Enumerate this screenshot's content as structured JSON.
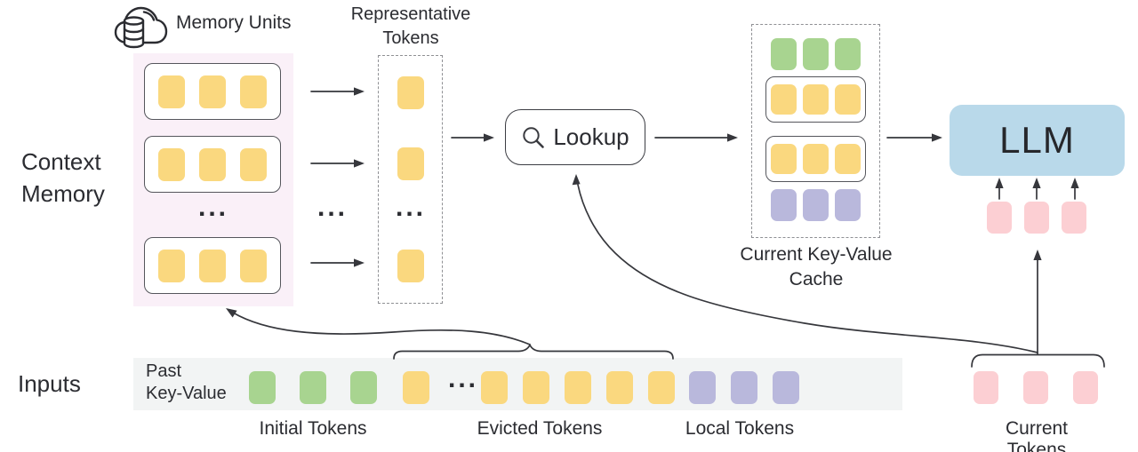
{
  "colors": {
    "yellow": "#fad87f",
    "green": "#a8d490",
    "purple": "#b9b8dc",
    "pink": "#fccfd3",
    "blue": "#b9d9ea",
    "memory_bg": "#faf0f8",
    "strip_bg": "#f2f4f4",
    "line": "#36373c"
  },
  "ellipsis": "...",
  "cloud": {
    "label": "Memory Units"
  },
  "context_memory": {
    "label": "Context\nMemory",
    "rows": [
      {
        "count": 3,
        "color": "yellow"
      },
      {
        "count": 3,
        "color": "yellow"
      },
      {
        "count": 3,
        "color": "yellow"
      }
    ]
  },
  "representative": {
    "label": "Representative\nTokens",
    "slots": [
      {
        "count": 1,
        "color": "yellow"
      },
      {
        "count": 1,
        "color": "yellow"
      },
      {
        "count": 1,
        "color": "yellow"
      }
    ]
  },
  "lookup": {
    "label": "Lookup"
  },
  "cache": {
    "label": "Current Key-Value\nCache",
    "rows": [
      {
        "count": 3,
        "color": "green"
      },
      {
        "count": 3,
        "color": "yellow"
      },
      {
        "count": 3,
        "color": "yellow"
      },
      {
        "count": 3,
        "color": "purple"
      }
    ]
  },
  "llm": {
    "label": "LLM",
    "inputs": {
      "count": 3,
      "color": "pink"
    }
  },
  "inputs_row": {
    "label": "Inputs",
    "past_key_value": "Past\nKey-Value",
    "groups": {
      "initial": {
        "count": 3,
        "color": "green"
      },
      "evicted_first": {
        "count": 1,
        "color": "yellow"
      },
      "evicted_rest": {
        "count": 5,
        "color": "yellow"
      },
      "local": {
        "count": 3,
        "color": "purple"
      },
      "current": {
        "count": 3,
        "color": "pink"
      }
    },
    "captions": {
      "initial": "Initial Tokens",
      "evicted": "Evicted Tokens",
      "local": "Local Tokens",
      "current": "Current Tokens"
    }
  }
}
